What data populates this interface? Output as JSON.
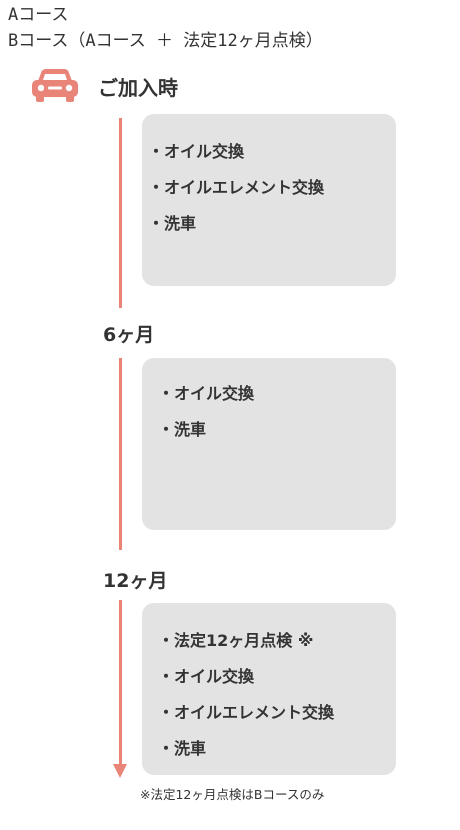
{
  "courses": {
    "a": "Aコース",
    "b": "Bコース（Aコース ＋ 法定12ヶ月点検）"
  },
  "start": {
    "icon": "car-icon",
    "label": "ご加入時"
  },
  "colors": {
    "accent": "#e98479",
    "card_background": "#e3e3e3",
    "text": "#333333"
  },
  "bullet": "・",
  "milestones": {
    "m6": "6ヶ月",
    "m12": "12ヶ月"
  },
  "cards": [
    {
      "items": [
        "オイル交換",
        "オイルエレメント交換",
        "洗車"
      ]
    },
    {
      "items": [
        "オイル交換",
        "洗車"
      ]
    },
    {
      "items": [
        "法定12ヶ月点検 ※",
        "オイル交換",
        "オイルエレメント交換",
        "洗車"
      ]
    }
  ],
  "footnote": "※法定12ヶ月点検はBコースのみ"
}
